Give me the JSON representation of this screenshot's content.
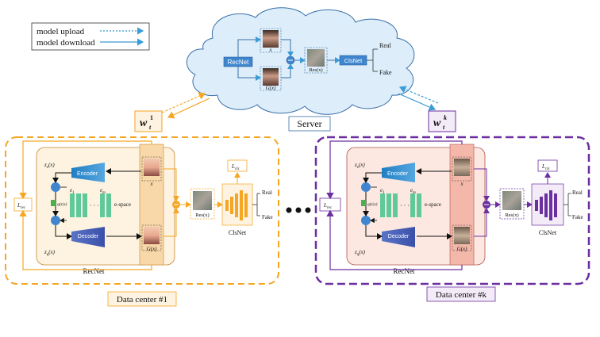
{
  "legend": {
    "upload": "model upload",
    "download": "model download"
  },
  "server": {
    "label": "Server",
    "recnet": "RecNet",
    "x_label": "x",
    "gx_label": "G(x)",
    "res_label": "Res(x)",
    "clsnet": "ClsNet",
    "real": "Real",
    "fake": "Fake"
  },
  "weights": {
    "w1_base": "w",
    "w1_sub": "t",
    "w1_sup": "1",
    "wk_base": "w",
    "wk_sub": "t",
    "wk_sup": "k"
  },
  "center1": {
    "label": "Data center #1",
    "encoder": "Encoder",
    "decoder": "Decoder",
    "ze": "z",
    "ze_sub": "e",
    "ze_arg": "(x)",
    "zq": "z",
    "zq_sub": "q",
    "zq_arg": "(x)",
    "e1": "e",
    "e1_sub": "1",
    "em": "e",
    "em_sub": "m",
    "espace": "e-space",
    "qz": "q(z|x)",
    "lrec": "L",
    "lrec_sub": "rec",
    "lcls": "L",
    "lcls_sub": "cls",
    "x_label": "x",
    "gx_label": "G(x)",
    "res_label": "Res(x)",
    "clsnet": "ClsNet",
    "recnet": "RecNet",
    "real": "Real",
    "fake": "Fake"
  },
  "centerk": {
    "label": "Data center #k",
    "encoder": "Encoder",
    "decoder": "Decoder",
    "espace": "e-space",
    "qz": "q(z|x)",
    "x_label": "x",
    "gx_label": "G(x)",
    "res_label": "Res(x)",
    "clsnet": "ClsNet",
    "recnet": "RecNet",
    "real": "Real",
    "fake": "Fake"
  },
  "colors": {
    "orange": "#f5a623",
    "purple": "#6b2fa0",
    "blue": "#3a9bd5",
    "cloud": "#ddeefa"
  }
}
